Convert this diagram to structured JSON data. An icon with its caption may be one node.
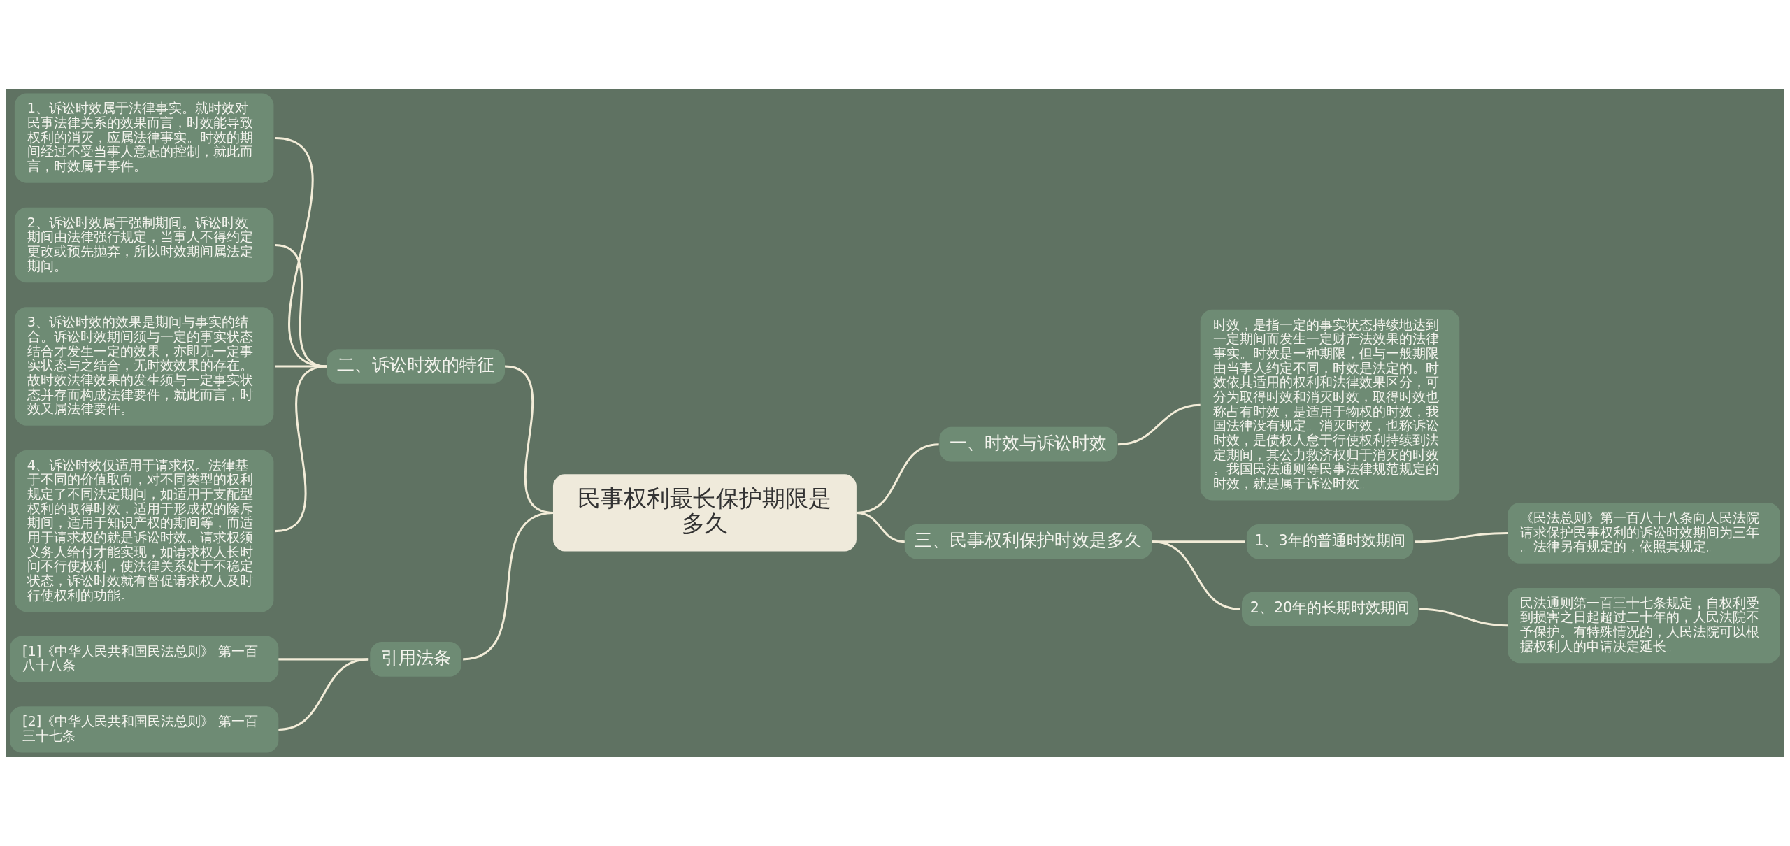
{
  "diagram": {
    "nodes": [
      {
        "text": [
          "民事权利最长保护期限是多久"
        ]
      },
      {
        "text": [
          "一、时效与诉讼时效"
        ]
      },
      {
        "text": [
          "时效，是指一定的事实状态持续地达到一定期间而发生一定财产法效果的法律事实。时效是一种期限，但与一般期限由当事人约定不同，时效是法定的。时效依其适用的权利和法律效果区分，可分为取得时效和消灭时效，取得时效也称占有时效，是适用于物权的时效，我国法律没有规定。消灭时效，也称诉讼时效，是债权人怠于行使权利持续到法定期间，其公力救济权归于消灭的时效。我国民法通则等民事法律规范规定的时效，就是属于诉讼时效。"
        ]
      },
      {
        "text": [
          "二、诉讼时效的特征"
        ]
      },
      {
        "text": [
          "1、诉讼时效属于法律事实。就时效对民事法律关系的效果而言，时效能导致权利的消灭，应属法律事实。时效的期间经过不受当事人意志的控制，就此而言，时效属于事件。"
        ]
      },
      {
        "text": [
          "2、诉讼时效属于强制期间。诉讼时效期间由法律强行规定，当事人不得约定更改或预先抛弃，所以时效期间属法定期间。"
        ]
      },
      {
        "text": [
          "3、诉讼时效的效果是期间与事实的结合。诉讼时效期间须与一定的事实状态结合才发生一定的效果，亦即无一定事实状态与之结合，无时效效果的存在。故时效法律效果的发生须与一定事实状态并存而构成法律要件，就此而言，时效又属法律要件。"
        ]
      },
      {
        "text": [
          "4、诉讼时效仅适用于请求权。法律基于不同的价值取向，对不同类型的权利规定了不同法定期间，如适用于支配型权利的取得时效，适用于形成权的除斥期间，适用于知识产权的期间等，而适用于请求权的就是诉讼时效。请求权须义务人给付才能实现，如请求权人长时间不行使权利，使法律关系处于不稳定状态，诉讼时效就有督促请求权人及时行使权利的功能。"
        ]
      },
      {
        "text": [
          "三、民事权利保护时效是多久"
        ]
      },
      {
        "text": [
          "1、3年的普通时效期间"
        ]
      },
      {
        "text": [
          "《民法总则》第一百八十八条向人民法院请求保护民事权利的诉讼时效期间为三年。法律另有规定的，依照其规定。"
        ]
      },
      {
        "text": [
          "2、20年的长期时效期间"
        ]
      },
      {
        "text": [
          "民法通则第一百三十七条规定，自权利受到损害之日起超过二十年的，人民法院不予保护。有特殊情况的，人民法院可以根据权利人的申请决定延长。"
        ]
      },
      {
        "text": [
          "引用法条"
        ]
      },
      {
        "text": [
          "[1]《中华人民共和国民法总则》 第一百八十八条"
        ]
      },
      {
        "text": [
          "[2]《中华人民共和国民法总则》 第一百三十七条"
        ]
      }
    ],
    "edges": [
      {
        "from": 0,
        "to": 1,
        "arrow": "none"
      },
      {
        "from": 1,
        "to": 2,
        "arrow": "none"
      },
      {
        "from": 3,
        "to": 0,
        "arrow": "none"
      },
      {
        "from": 4,
        "to": 3,
        "arrow": "none"
      },
      {
        "from": 5,
        "to": 3,
        "arrow": "none"
      },
      {
        "from": 6,
        "to": 3,
        "arrow": "none"
      },
      {
        "from": 7,
        "to": 3,
        "arrow": "none"
      },
      {
        "from": 0,
        "to": 8,
        "arrow": "none"
      },
      {
        "from": 8,
        "to": 9,
        "arrow": "none"
      },
      {
        "from": 9,
        "to": 10,
        "arrow": "none"
      },
      {
        "from": 8,
        "to": 11,
        "arrow": "none"
      },
      {
        "from": 11,
        "to": 12,
        "arrow": "none"
      },
      {
        "from": 13,
        "to": 0,
        "arrow": "none"
      },
      {
        "from": 14,
        "to": 13,
        "arrow": "none"
      },
      {
        "from": 15,
        "to": 13,
        "arrow": "none"
      }
    ]
  }
}
